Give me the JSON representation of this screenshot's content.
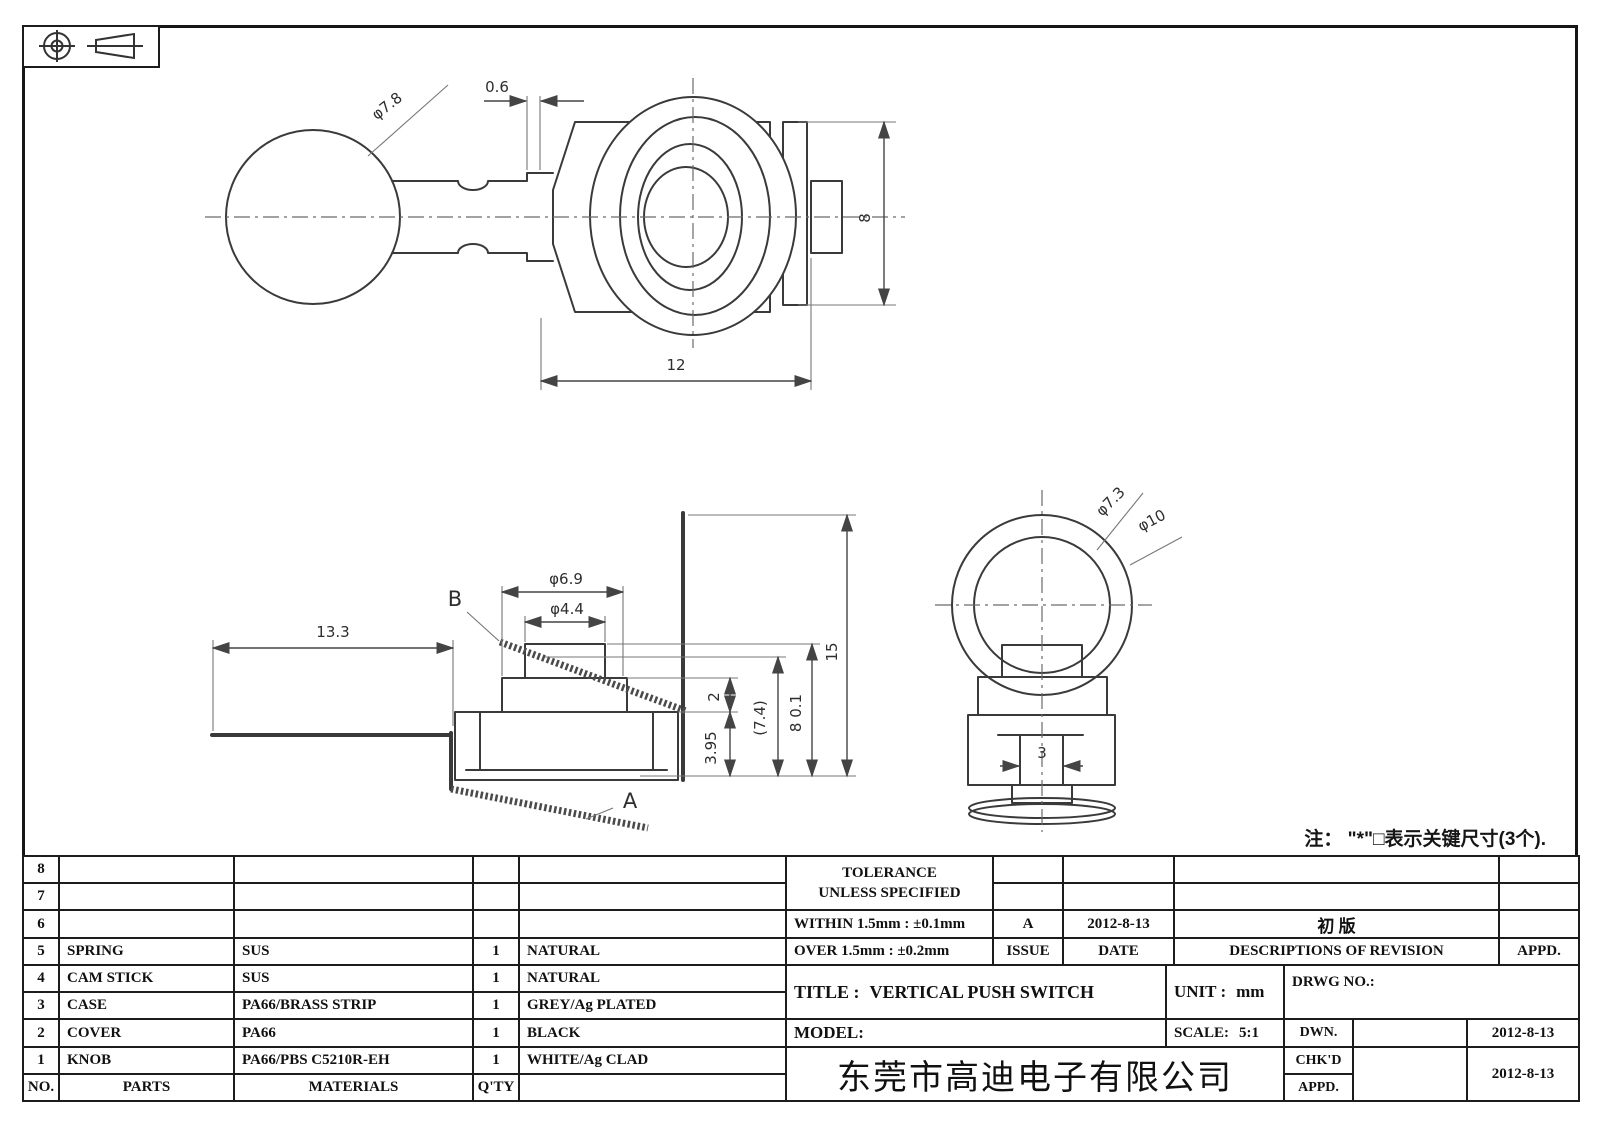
{
  "sheet": {
    "note": "注： \"*\"□表示关键尺寸(3个).",
    "company": "东莞市高迪电子有限公司"
  },
  "views": {
    "top": {
      "ball_dia": "φ7.8",
      "lip": "0.6",
      "height": "8",
      "width": "12"
    },
    "side": {
      "lever_len": "13.3",
      "knob_outer_dia": "φ6.9",
      "knob_stem_dia": "φ4.4",
      "step": "2",
      "case_h": "3.95",
      "ref_h": "(7.4)",
      "body_h": "8 0.1",
      "total_h": "15",
      "label_a": "A",
      "label_b": "B"
    },
    "right": {
      "ring_inner_dia": "φ7.3",
      "ring_outer_dia": "φ10",
      "slot_w": "3"
    }
  },
  "parts_table": {
    "headers": {
      "no": "NO.",
      "parts": "PARTS",
      "materials": "MATERIALS",
      "qty": "Q'TY"
    },
    "rows": [
      {
        "no": "8",
        "part": "",
        "material": "",
        "qty": "",
        "color": ""
      },
      {
        "no": "7",
        "part": "",
        "material": "",
        "qty": "",
        "color": ""
      },
      {
        "no": "6",
        "part": "",
        "material": "",
        "qty": "",
        "color": ""
      },
      {
        "no": "5",
        "part": "SPRING",
        "material": "SUS",
        "qty": "1",
        "color": "NATURAL"
      },
      {
        "no": "4",
        "part": "CAM STICK",
        "material": "SUS",
        "qty": "1",
        "color": "NATURAL"
      },
      {
        "no": "3",
        "part": "CASE",
        "material": "PA66/BRASS STRIP",
        "qty": "1",
        "color": "GREY/Ag PLATED"
      },
      {
        "no": "2",
        "part": "COVER",
        "material": "PA66",
        "qty": "1",
        "color": "BLACK"
      },
      {
        "no": "1",
        "part": "KNOB",
        "material": "PA66/PBS C5210R-EH",
        "qty": "1",
        "color": "WHITE/Ag CLAD"
      }
    ]
  },
  "tolerance": {
    "title1": "TOLERANCE",
    "title2": "UNLESS  SPECIFIED",
    "within": "WITHIN 1.5mm : ±0.1mm",
    "over": "OVER 1.5mm : ±0.2mm"
  },
  "revision": {
    "issue_value": "A",
    "date_value": "2012-8-13",
    "desc_value": "初  版",
    "appd_value": "",
    "issue_label": "ISSUE",
    "date_label": "DATE",
    "desc_label": "DESCRIPTIONS  OF  REVISION",
    "appd_label": "APPD."
  },
  "title_block": {
    "title_label": "TITLE :",
    "title_value": "VERTICAL PUSH SWITCH",
    "unit_label": "UNIT :",
    "unit_value": "mm",
    "drwg_label": "DRWG NO.:",
    "model_label": "MODEL:",
    "scale_label": "SCALE:",
    "scale_value": "5:1",
    "dwn_label": "DWN.",
    "chkd_label": "CHK'D",
    "appd_label": "APPD.",
    "dwn_date": "2012-8-13",
    "chkd_date": "2012-8-13"
  }
}
